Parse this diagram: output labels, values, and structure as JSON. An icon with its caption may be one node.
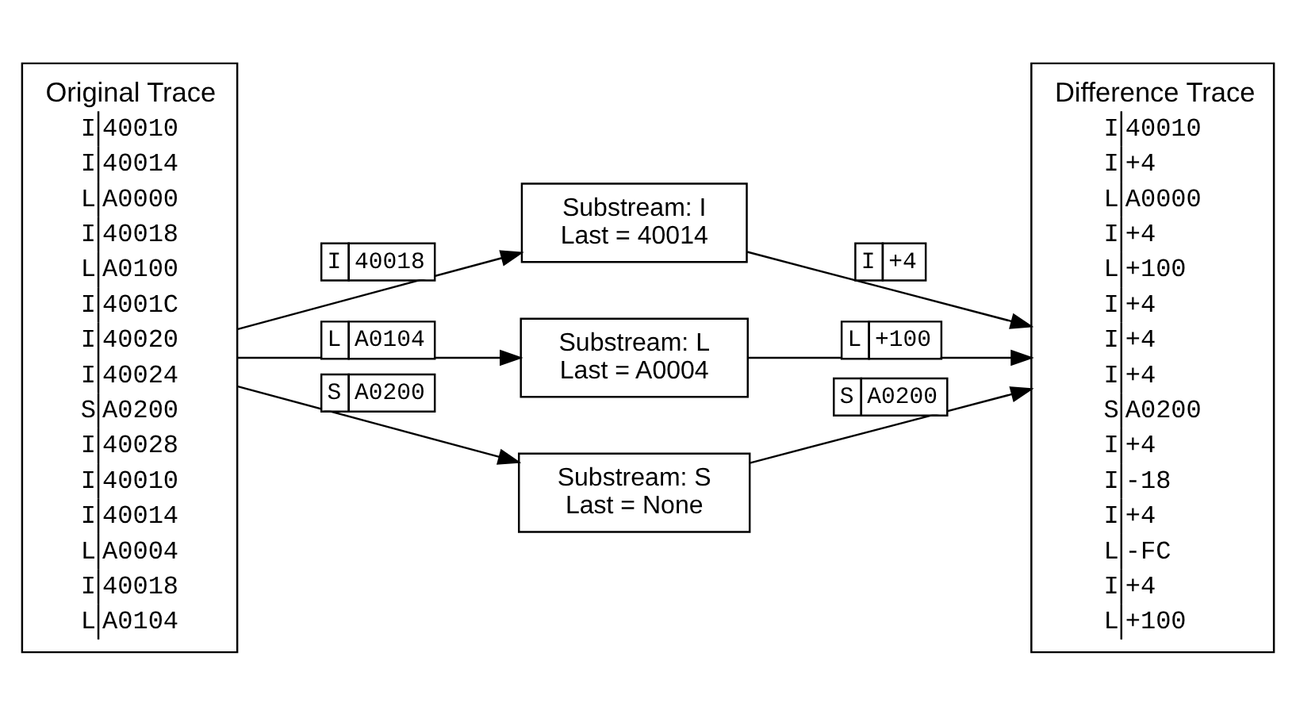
{
  "diagram": {
    "nodes": [
      {
        "text": [
          "Original Trace",
          "I",
          "40010",
          "I",
          "40014",
          "L",
          "A0000",
          "I",
          "40018",
          "L",
          "A0100",
          "I",
          "4001C",
          "I",
          "40020",
          "I",
          "40024",
          "S",
          "A0200",
          "I",
          "40028",
          "I",
          "40010",
          "I",
          "40014",
          "L",
          "A0004",
          "I",
          "40018",
          "L",
          "A0104"
        ]
      },
      {
        "text": [
          "Substream: I",
          "Last = 40014"
        ]
      },
      {
        "text": [
          "Substream: L",
          "Last = A0004"
        ]
      },
      {
        "text": [
          "Substream: S",
          "Last = None"
        ]
      },
      {
        "text": [
          "Difference Trace",
          "I",
          "40010",
          "I",
          "+4",
          "L",
          "A0000",
          "I",
          "+4",
          "L",
          "+100",
          "I",
          "+4",
          "I",
          "+4",
          "I",
          "+4",
          "S",
          "A0200",
          "I",
          "+4",
          "I",
          "-18",
          "I",
          "+4",
          "L",
          "-FC",
          "I",
          "+4",
          "L",
          "+100"
        ]
      }
    ],
    "edges": [
      {
        "from": 0,
        "to": 1,
        "arrow": "to",
        "label": "I 40018"
      },
      {
        "from": 0,
        "to": 2,
        "arrow": "to",
        "label": "L A0104"
      },
      {
        "from": 0,
        "to": 3,
        "arrow": "to",
        "label": "S A0200"
      },
      {
        "from": 1,
        "to": 4,
        "arrow": "to",
        "label": "I +4"
      },
      {
        "from": 2,
        "to": 4,
        "arrow": "to",
        "label": "L +100"
      },
      {
        "from": 3,
        "to": 4,
        "arrow": "to",
        "label": "S A0200"
      }
    ]
  }
}
